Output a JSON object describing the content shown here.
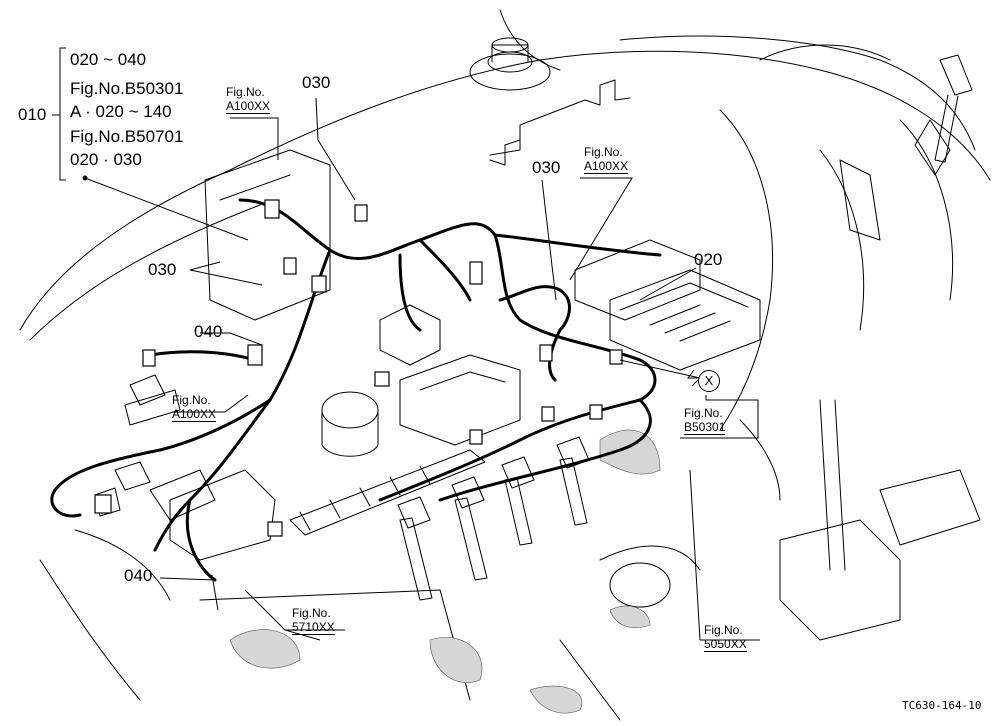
{
  "legend": {
    "code": "010",
    "lines": [
      "020 ~ 040",
      "Fig.No.B50301",
      "A · 020 ~ 140",
      "Fig.No.B50701",
      "020 · 030"
    ]
  },
  "callouts": [
    {
      "id": "c030a",
      "text": "030"
    },
    {
      "id": "c030b",
      "text": "030"
    },
    {
      "id": "c030c",
      "text": "030"
    },
    {
      "id": "c040a",
      "text": "040"
    },
    {
      "id": "c040b",
      "text": "040"
    },
    {
      "id": "c020",
      "text": "020"
    }
  ],
  "fig_refs": [
    {
      "id": "f1",
      "line1": "Fig.No.",
      "line2": "A100XX"
    },
    {
      "id": "f2",
      "line1": "Fig.No.",
      "line2": "A100XX"
    },
    {
      "id": "f3",
      "line1": "Fig.No.",
      "line2": "A100XX"
    },
    {
      "id": "f4",
      "line1": "Fig.No.",
      "line2": "B50301"
    },
    {
      "id": "f5",
      "line1": "Fig.No.",
      "line2": "5710XX"
    },
    {
      "id": "f6",
      "line1": "Fig.No.",
      "line2": "5050XX"
    }
  ],
  "marker_x": "X",
  "drawing_code": "TC630-164-10"
}
